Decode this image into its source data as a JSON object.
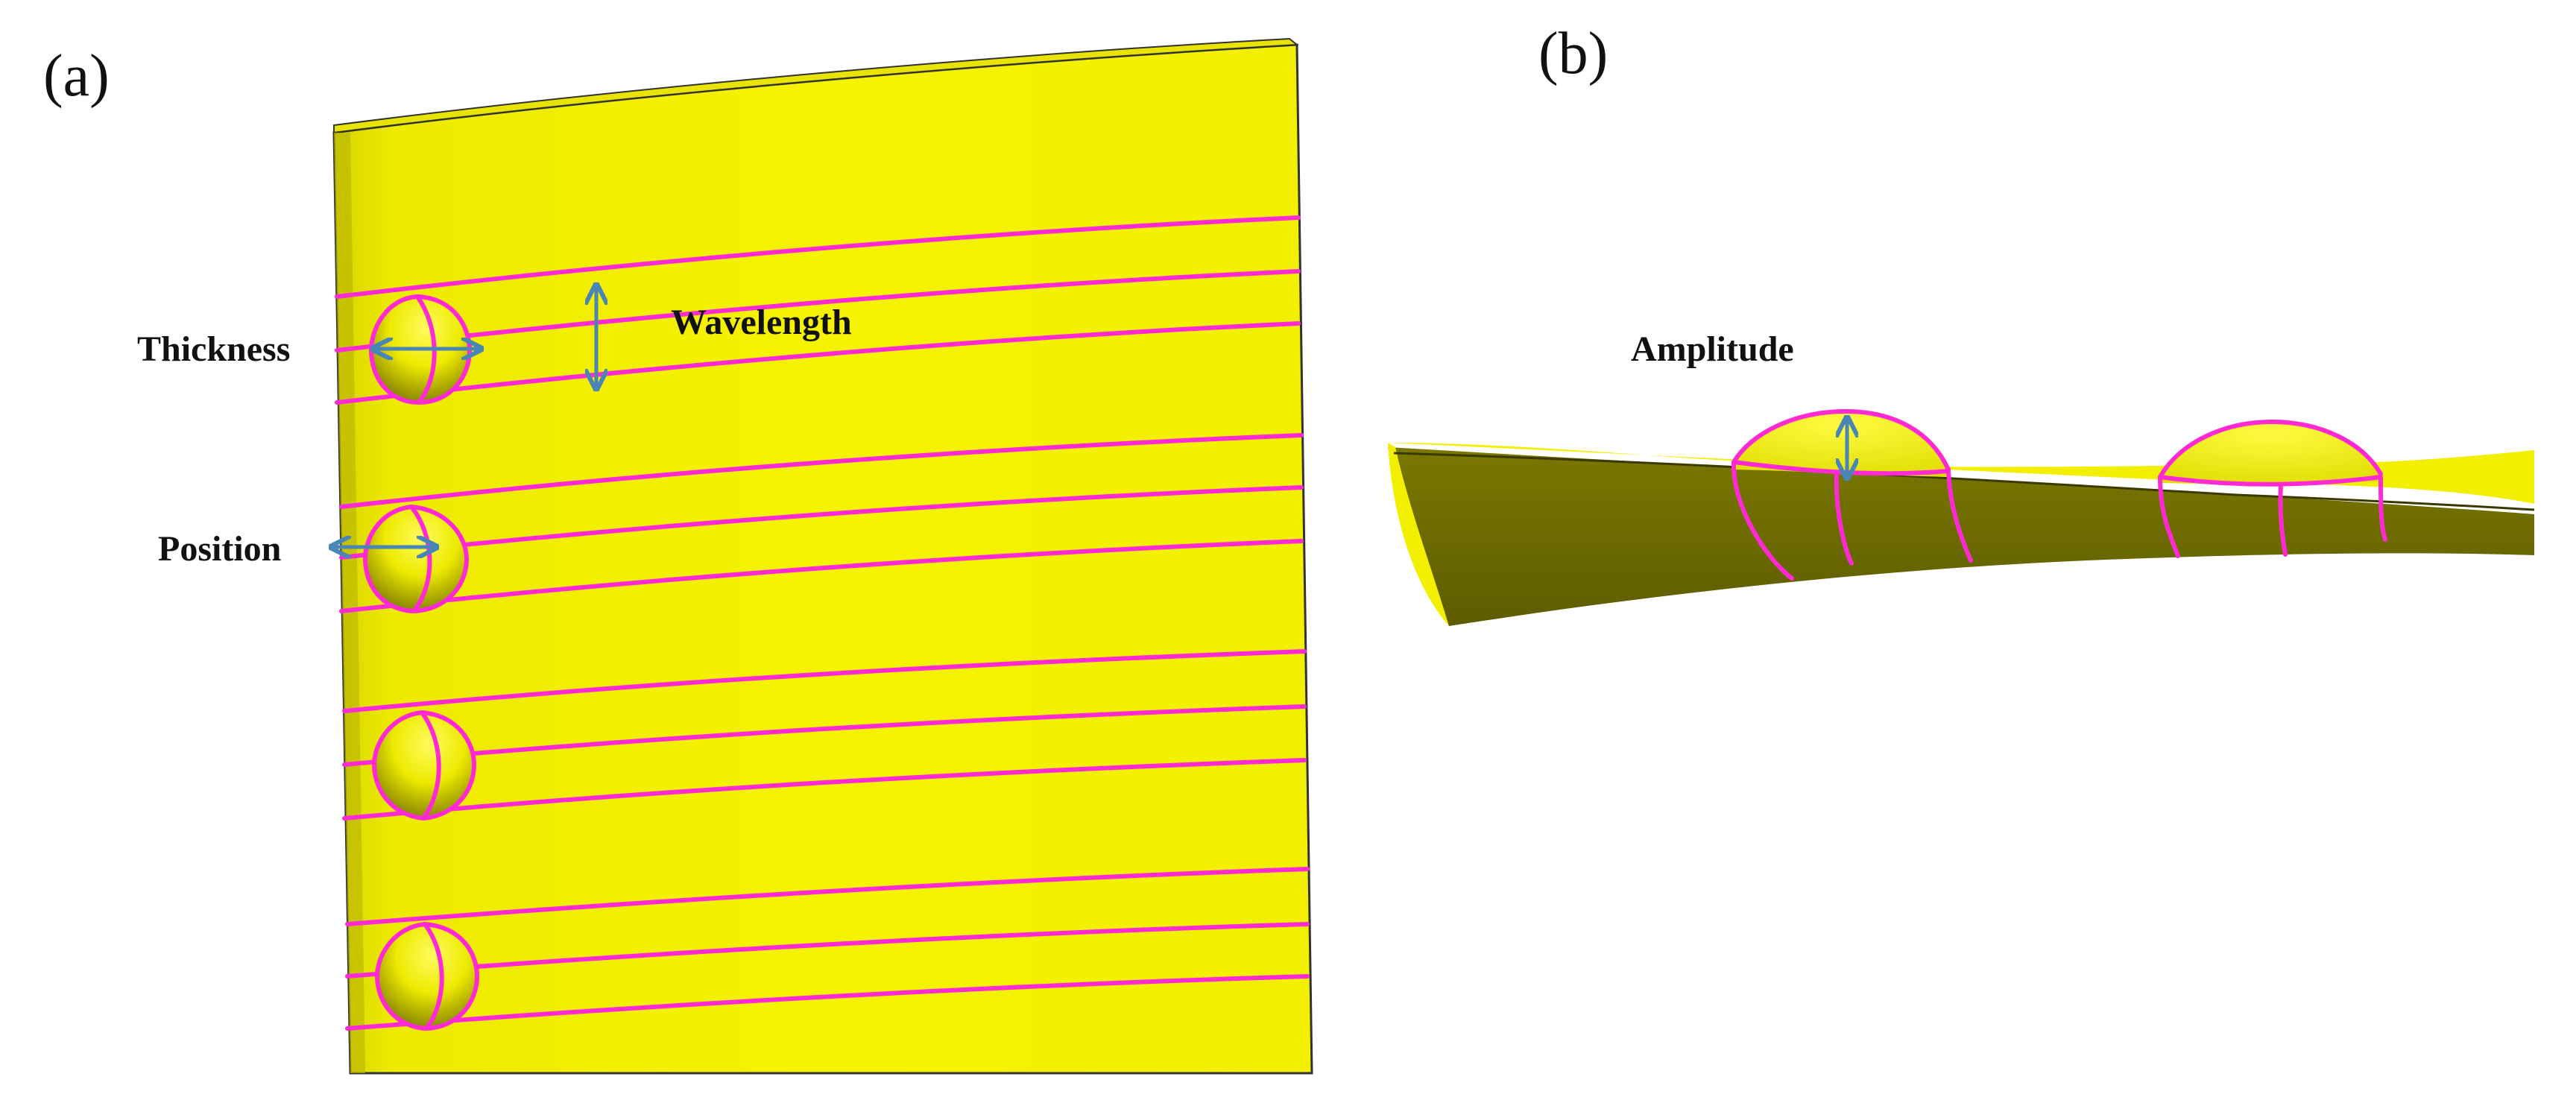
{
  "panels": {
    "a": {
      "label": "(a)"
    },
    "b": {
      "label": "(b)"
    }
  },
  "annotations": {
    "thickness": "Thickness",
    "wavelength": "Wavelength",
    "position": "Position",
    "amplitude": "Amplitude"
  },
  "colors": {
    "surface": "#f2f000",
    "surface_dark": "#c8c400",
    "side_shadow": "#6e6c00",
    "line": "#ff2ad4",
    "arrow": "#4a86b5",
    "edge": "#333333"
  }
}
